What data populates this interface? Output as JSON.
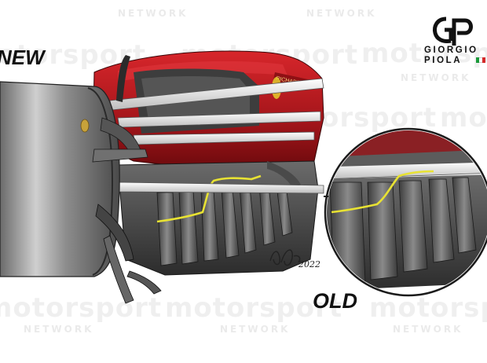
{
  "labels": {
    "new": "NEW",
    "old": "OLD"
  },
  "branding": {
    "line1": "GIORGIO",
    "line2": "PIOLA",
    "flag_colors": [
      "#1a9a3a",
      "#ffffff",
      "#d42a2a"
    ]
  },
  "signature": "2022",
  "watermark": {
    "word": "motorsport",
    "sub": "NETWORK"
  },
  "colors": {
    "body_red": "#b4161b",
    "body_red_dark": "#7a0d10",
    "carbon_dark": "#3a3a3a",
    "carbon_mid": "#5c5c5c",
    "carbon_light": "#9a9a9a",
    "strut_white": "#efefef",
    "yellow_highlight": "#e8e233"
  }
}
